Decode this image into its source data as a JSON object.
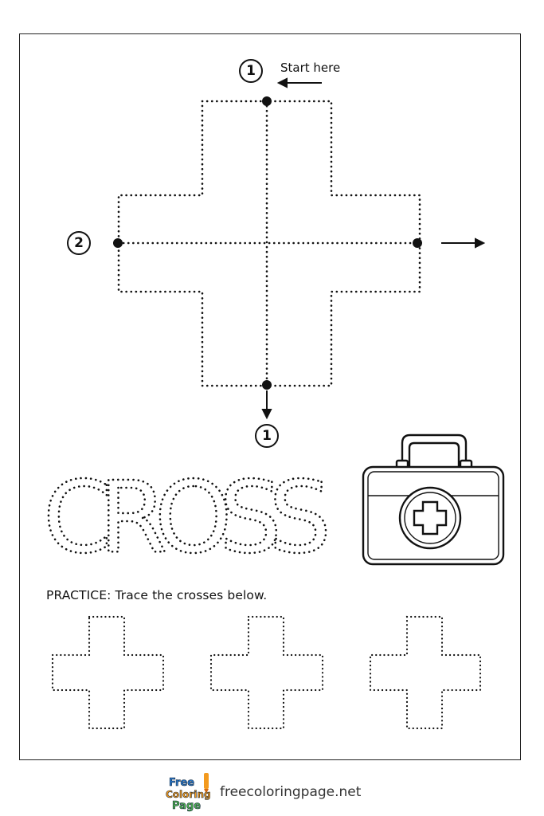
{
  "instructions": {
    "start_label": "Start here",
    "step_one": "1",
    "step_two": "2",
    "step_one_end": "1"
  },
  "trace_word": "CROSS",
  "practice_text": "PRACTICE: Trace the crosses below.",
  "footer": {
    "logo_text": "Free Coloring Page",
    "site": "freecoloringpage.net"
  },
  "colors": {
    "ink": "#111111",
    "logo_blue": "#2a7bd1",
    "logo_orange": "#f39a1e",
    "logo_green": "#4caf50"
  },
  "icons": [
    "arrow-left-icon",
    "arrow-right-icon",
    "arrow-down-icon",
    "first-aid-kit-icon"
  ]
}
